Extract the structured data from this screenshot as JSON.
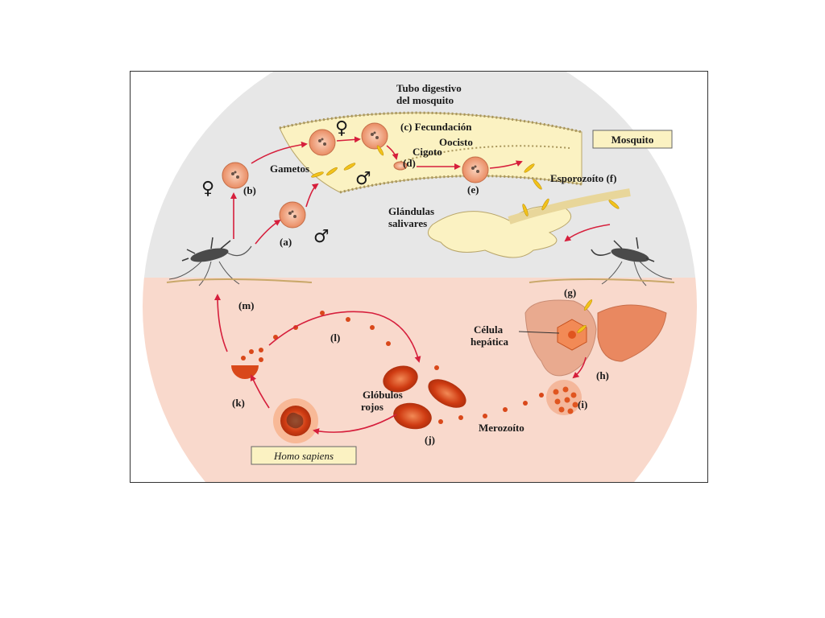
{
  "labels": {
    "tubo_line1": "Tubo digestivo",
    "tubo_line2": "del mosquito",
    "fecundacion": "(c) Fecundación",
    "oocisto": "Oocisto",
    "cigoto": "Cigoto",
    "d": "(d)",
    "gametos": "Gametos",
    "b": "(b)",
    "a": "(a)",
    "e": "(e)",
    "esporozoito": "Esporozoíto (f)",
    "glandulas_line1": "Glándulas",
    "glandulas_line2": "salivares",
    "g": "(g)",
    "m": "(m)",
    "l": "(l)",
    "celula_line1": "Célula",
    "celula_line2": "hepática",
    "h": "(h)",
    "i": "(i)",
    "globulos_line1": "Glóbulos",
    "globulos_line2": "rojos",
    "k": "(k)",
    "j": "(j)",
    "merozoito": "Merozoíto"
  },
  "boxes": {
    "mosquito": "Mosquito",
    "homo_sapiens": "Homo sapiens"
  },
  "symbols": {
    "female": "♀",
    "male": "♂"
  },
  "colors": {
    "arrow": "#d61f3c",
    "host_bg": "#f9d9cc",
    "mosquito_bg": "#e6e6e6",
    "cell": "#f2a47c",
    "rbc": "#d9481a",
    "gut": "#fbf2c2"
  }
}
